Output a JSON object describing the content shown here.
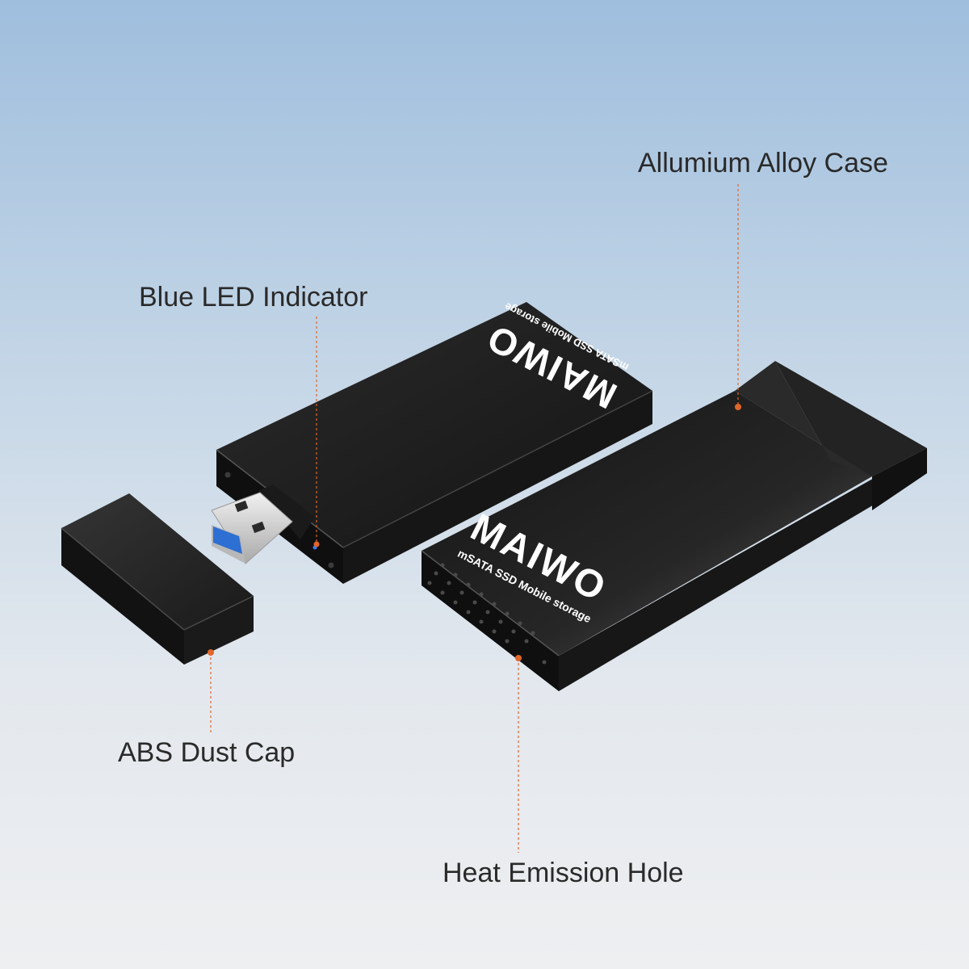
{
  "callouts": {
    "case": "Allumium Alloy Case",
    "led": "Blue LED Indicator",
    "cap": "ABS Dust Cap",
    "holes": "Heat Emission Hole"
  },
  "product": {
    "brand_logo": "MAIWO",
    "subtitle": "mSATA SSD Mobile storage"
  },
  "colors": {
    "background_top": "#9fbedd",
    "background_bottom": "#eeeff1",
    "device_body": "#1c1c1c",
    "callout_line": "#e0662a",
    "usb_blue": "#2d6fd2",
    "label_text": "#2a2a2a"
  }
}
